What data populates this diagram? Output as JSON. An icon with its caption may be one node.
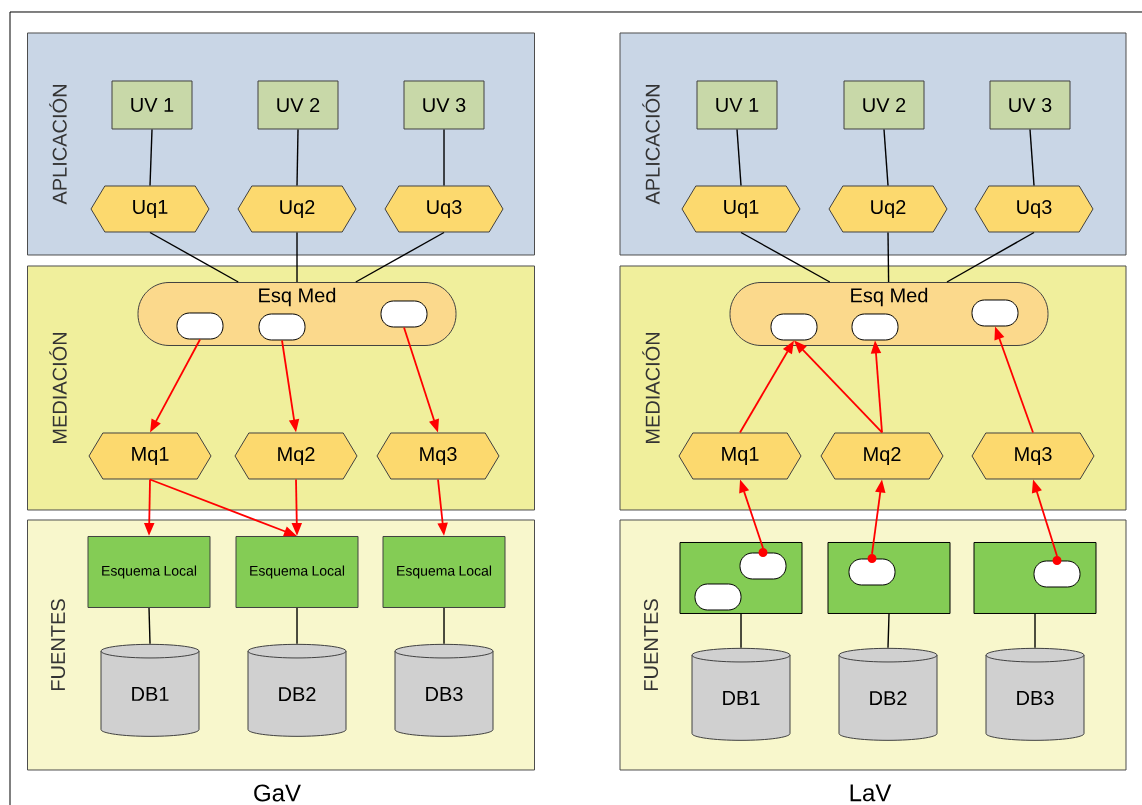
{
  "diagram": {
    "nodes": [
      {
        "text": [
          "APLICACIÓN"
        ]
      },
      {
        "text": [
          "UV 1"
        ],
        "in": 0
      },
      {
        "text": [
          "UV 2"
        ],
        "in": 0
      },
      {
        "text": [
          "UV 3"
        ],
        "in": 0
      },
      {
        "text": [
          "Uq1"
        ],
        "in": 0
      },
      {
        "text": [
          "Uq2"
        ],
        "in": 0
      },
      {
        "text": [
          "Uq3"
        ],
        "in": 0
      },
      {
        "text": [
          "MEDIACIÓN"
        ]
      },
      {
        "text": [
          "Esq Med"
        ],
        "in": 7
      },
      {
        "text": [],
        "shape": "pill",
        "in": 8
      },
      {
        "text": [],
        "shape": "pill",
        "in": 8
      },
      {
        "text": [],
        "shape": "pill",
        "in": 8
      },
      {
        "text": [
          "Mq1"
        ],
        "in": 7
      },
      {
        "text": [
          "Mq2"
        ],
        "in": 7
      },
      {
        "text": [
          "Mq3"
        ],
        "in": 7
      },
      {
        "text": [
          "FUENTES"
        ]
      },
      {
        "text": [
          "Esquema Local"
        ],
        "in": 15
      },
      {
        "text": [
          "Esquema Local"
        ],
        "in": 15
      },
      {
        "text": [
          "Esquema Local"
        ],
        "in": 15
      },
      {
        "text": [
          "DB1"
        ],
        "in": 15
      },
      {
        "text": [
          "DB2"
        ],
        "in": 15
      },
      {
        "text": [
          "DB3"
        ],
        "in": 15
      },
      {
        "text": [
          "APLICACIÓN"
        ]
      },
      {
        "text": [
          "UV 1"
        ],
        "in": 22
      },
      {
        "text": [
          "UV 2"
        ],
        "in": 22
      },
      {
        "text": [
          "UV 3"
        ],
        "in": 22
      },
      {
        "text": [
          "Uq1"
        ],
        "in": 22
      },
      {
        "text": [
          "Uq2"
        ],
        "in": 22
      },
      {
        "text": [
          "Uq3"
        ],
        "in": 22
      },
      {
        "text": [
          "MEDIACIÓN"
        ]
      },
      {
        "text": [
          "Esq Med"
        ],
        "in": 29
      },
      {
        "text": [],
        "shape": "pill",
        "in": 30
      },
      {
        "text": [],
        "shape": "pill",
        "in": 30
      },
      {
        "text": [],
        "shape": "pill",
        "in": 30
      },
      {
        "text": [
          "Mq1"
        ],
        "in": 29
      },
      {
        "text": [
          "Mq2"
        ],
        "in": 29
      },
      {
        "text": [
          "Mq3"
        ],
        "in": 29
      },
      {
        "text": [
          "FUENTES"
        ]
      },
      {
        "text": [],
        "shape": "box",
        "in": 37
      },
      {
        "text": [],
        "shape": "box",
        "in": 37
      },
      {
        "text": [],
        "shape": "box",
        "in": 37
      },
      {
        "text": [],
        "shape": "pill",
        "in": 38
      },
      {
        "text": [],
        "shape": "pill",
        "in": 38
      },
      {
        "text": [],
        "shape": "pill",
        "in": 39
      },
      {
        "text": [],
        "shape": "pill",
        "in": 40
      },
      {
        "text": [
          "DB1"
        ],
        "in": 37
      },
      {
        "text": [
          "DB2"
        ],
        "in": 37
      },
      {
        "text": [
          "DB3"
        ],
        "in": 37
      }
    ],
    "edges": [
      {
        "from": 1,
        "to": 4,
        "arrow": "none"
      },
      {
        "from": 2,
        "to": 5,
        "arrow": "none"
      },
      {
        "from": 3,
        "to": 6,
        "arrow": "none"
      },
      {
        "from": 4,
        "to": 8,
        "arrow": "none"
      },
      {
        "from": 5,
        "to": 8,
        "arrow": "none"
      },
      {
        "from": 6,
        "to": 8,
        "arrow": "none"
      },
      {
        "from": 9,
        "to": 12,
        "arrow": "to",
        "color": "#ff0000"
      },
      {
        "from": 10,
        "to": 13,
        "arrow": "to",
        "color": "#ff0000"
      },
      {
        "from": 11,
        "to": 14,
        "arrow": "to",
        "color": "#ff0000"
      },
      {
        "from": 12,
        "to": 16,
        "arrow": "to",
        "color": "#ff0000"
      },
      {
        "from": 12,
        "to": 17,
        "arrow": "to",
        "color": "#ff0000"
      },
      {
        "from": 13,
        "to": 17,
        "arrow": "to",
        "color": "#ff0000"
      },
      {
        "from": 14,
        "to": 18,
        "arrow": "to",
        "color": "#ff0000"
      },
      {
        "from": 16,
        "to": 19,
        "arrow": "none"
      },
      {
        "from": 17,
        "to": 20,
        "arrow": "none"
      },
      {
        "from": 18,
        "to": 21,
        "arrow": "none"
      },
      {
        "from": 23,
        "to": 26,
        "arrow": "none"
      },
      {
        "from": 24,
        "to": 27,
        "arrow": "none"
      },
      {
        "from": 25,
        "to": 28,
        "arrow": "none"
      },
      {
        "from": 26,
        "to": 30,
        "arrow": "none"
      },
      {
        "from": 27,
        "to": 30,
        "arrow": "none"
      },
      {
        "from": 28,
        "to": 30,
        "arrow": "none"
      },
      {
        "from": 34,
        "to": 31,
        "arrow": "to",
        "color": "#ff0000"
      },
      {
        "from": 35,
        "to": 31,
        "arrow": "to",
        "color": "#ff0000"
      },
      {
        "from": 35,
        "to": 32,
        "arrow": "to",
        "color": "#ff0000"
      },
      {
        "from": 36,
        "to": 33,
        "arrow": "to",
        "color": "#ff0000"
      },
      {
        "from": 42,
        "to": 34,
        "arrow": "to",
        "color": "#ff0000"
      },
      {
        "from": 43,
        "to": 35,
        "arrow": "to",
        "color": "#ff0000"
      },
      {
        "from": 44,
        "to": 36,
        "arrow": "to",
        "color": "#ff0000"
      },
      {
        "from": 38,
        "to": 45,
        "arrow": "none"
      },
      {
        "from": 39,
        "to": 46,
        "arrow": "none"
      },
      {
        "from": 40,
        "to": 47,
        "arrow": "none"
      }
    ],
    "labels": [
      "GaV",
      "LaV"
    ]
  }
}
